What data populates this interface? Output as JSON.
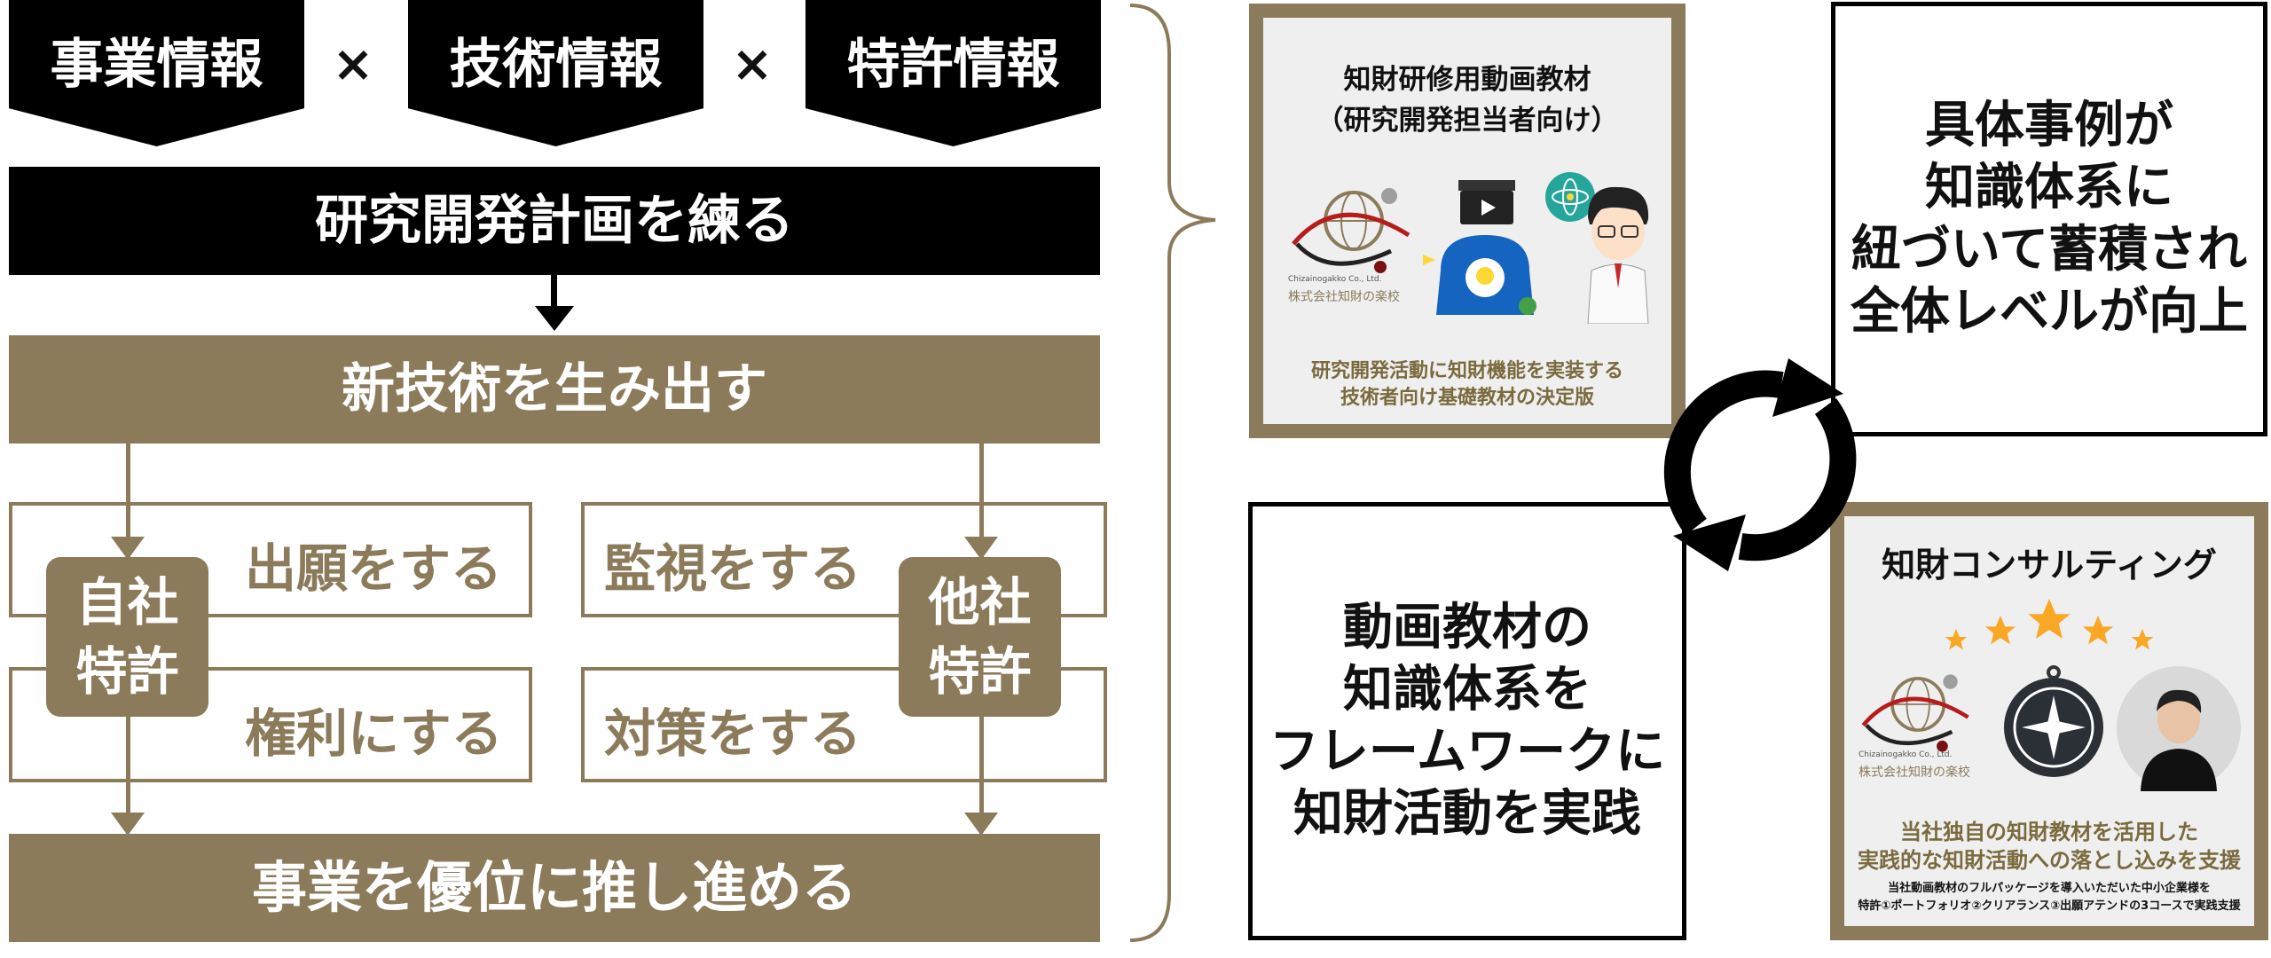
{
  "headers": [
    "事業情報",
    "技術情報",
    "特許情報"
  ],
  "times_sign": "×",
  "plan_bar": "研究開発計画を練る",
  "newtech_bar": "新技術を生み出す",
  "own_patent": {
    "line1": "自社",
    "line2": "特許"
  },
  "other_patent": {
    "line1": "他社",
    "line2": "特許"
  },
  "boxes": {
    "apply": "出願をする",
    "monitor": "監視をする",
    "rights": "権利にする",
    "counter": "対策をする"
  },
  "bottom_bar": "事業を優位に推し進める",
  "video_card": {
    "title_line1": "知財研修用動画教材",
    "title_line2": "（研究開発担当者向け）",
    "company_en": "Chizainogakko Co., Ltd.",
    "company_jp": "株式会社知財の楽校",
    "caption_line1": "研究開発活動に知財機能を実装する",
    "caption_line2": "技術者向け基礎教材の決定版"
  },
  "consult_card": {
    "title": "知財コンサルティング",
    "company_en": "Chizainogakko Co., Ltd.",
    "company_jp": "株式会社知財の楽校",
    "caption_line1": "当社独自の知財教材を活用した",
    "caption_line2": "実践的な知財活動への落とし込みを支援",
    "small_line1": "当社動画教材のフルパッケージを導入いただいた中小企業様を",
    "small_line2": "特許①ポートフォリオ②クリアランス③出願アテンドの3コースで実践支援"
  },
  "box_top_right": {
    "l1": "具体事例が",
    "l2": "知識体系に",
    "l3": "紐づいて蓄積され",
    "l4": "全体レベルが向上"
  },
  "box_bottom_left": {
    "l1": "動画教材の",
    "l2": "知識体系を",
    "l3": "フレームワークに",
    "l4": "知財活動を実践"
  },
  "colors": {
    "gold": "#8b7b5b",
    "black": "#000000",
    "card_bg": "#efefef"
  }
}
